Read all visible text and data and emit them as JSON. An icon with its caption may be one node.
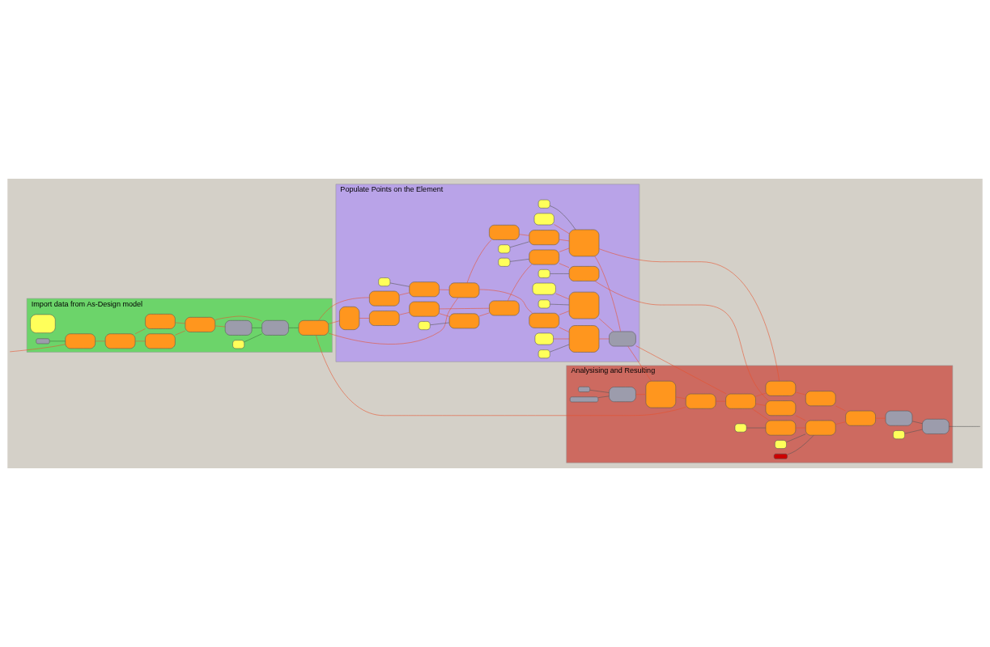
{
  "diagram": {
    "nodes": [
      {
        "text": [
          "Import data from As-Design model"
        ]
      },
      {
        "text": [],
        "shape": "box",
        "in": 0
      },
      {
        "text": [],
        "shape": "box",
        "in": 0
      },
      {
        "text": [],
        "shape": "box",
        "in": 0
      },
      {
        "text": [],
        "shape": "box",
        "in": 0
      },
      {
        "text": [],
        "shape": "box",
        "in": 0
      },
      {
        "text": [],
        "shape": "box",
        "in": 0
      },
      {
        "text": [],
        "shape": "box",
        "in": 0
      },
      {
        "text": [],
        "shape": "box",
        "in": 0
      },
      {
        "text": [],
        "shape": "box",
        "in": 0
      },
      {
        "text": [],
        "shape": "box",
        "in": 0
      },
      {
        "text": [],
        "shape": "box",
        "in": 0
      },
      {
        "text": [
          "Populate Points on the Element"
        ]
      },
      {
        "text": [],
        "shape": "box",
        "in": 12
      },
      {
        "text": [],
        "shape": "box",
        "in": 12
      },
      {
        "text": [],
        "shape": "box",
        "in": 12
      },
      {
        "text": [],
        "shape": "box",
        "in": 12
      },
      {
        "text": [],
        "shape": "box",
        "in": 12
      },
      {
        "text": [],
        "shape": "box",
        "in": 12
      },
      {
        "text": [],
        "shape": "box",
        "in": 12
      },
      {
        "text": [],
        "shape": "box",
        "in": 12
      },
      {
        "text": [],
        "shape": "box",
        "in": 12
      },
      {
        "text": [],
        "shape": "box",
        "in": 12
      },
      {
        "text": [],
        "shape": "box",
        "in": 12
      },
      {
        "text": [],
        "shape": "box",
        "in": 12
      },
      {
        "text": [],
        "shape": "box",
        "in": 12
      },
      {
        "text": [],
        "shape": "box",
        "in": 12
      },
      {
        "text": [],
        "shape": "box",
        "in": 12
      },
      {
        "text": [],
        "shape": "box",
        "in": 12
      },
      {
        "text": [],
        "shape": "box",
        "in": 12
      },
      {
        "text": [],
        "shape": "box",
        "in": 12
      },
      {
        "text": [],
        "shape": "box",
        "in": 12
      },
      {
        "text": [],
        "shape": "box",
        "in": 12
      },
      {
        "text": [],
        "shape": "box",
        "in": 12
      },
      {
        "text": [],
        "shape": "box",
        "in": 12
      },
      {
        "text": [],
        "shape": "box",
        "in": 12
      },
      {
        "text": [],
        "shape": "box",
        "in": 12
      },
      {
        "text": [],
        "shape": "box",
        "in": 12
      },
      {
        "text": [],
        "shape": "box",
        "in": 12
      },
      {
        "text": [],
        "shape": "box",
        "in": 12
      },
      {
        "text": [],
        "shape": "box",
        "in": 12
      },
      {
        "text": [
          "Analysising and Resulting"
        ]
      },
      {
        "text": [],
        "shape": "box",
        "in": 41
      },
      {
        "text": [],
        "shape": "box",
        "in": 41
      },
      {
        "text": [],
        "shape": "box",
        "in": 41
      },
      {
        "text": [],
        "shape": "box",
        "in": 41
      },
      {
        "text": [],
        "shape": "box",
        "in": 41
      },
      {
        "text": [],
        "shape": "box",
        "in": 41
      },
      {
        "text": [],
        "shape": "box",
        "in": 41
      },
      {
        "text": [],
        "shape": "box",
        "in": 41
      },
      {
        "text": [],
        "shape": "box",
        "in": 41
      },
      {
        "text": [],
        "shape": "box",
        "in": 41
      },
      {
        "text": [],
        "shape": "box",
        "in": 41
      },
      {
        "text": [],
        "shape": "box",
        "in": 41
      },
      {
        "text": [],
        "shape": "box",
        "in": 41
      },
      {
        "text": [],
        "shape": "box",
        "in": 41
      },
      {
        "text": [],
        "shape": "box",
        "in": 41
      },
      {
        "text": [],
        "shape": "box",
        "in": 41
      },
      {
        "text": [],
        "shape": "box",
        "in": 41
      },
      {
        "text": [],
        "shape": "box",
        "in": 41
      }
    ],
    "edges": [
      {
        "from": null,
        "to": 3,
        "arrow": "none"
      },
      {
        "from": 2,
        "to": 3,
        "arrow": "none",
        "color": "#3c6e3c"
      },
      {
        "from": 3,
        "to": 4,
        "arrow": "none"
      },
      {
        "from": 4,
        "to": 5,
        "arrow": "none"
      },
      {
        "from": 4,
        "to": 6,
        "arrow": "none"
      },
      {
        "from": 5,
        "to": 7,
        "arrow": "none"
      },
      {
        "from": 6,
        "to": 7,
        "arrow": "none"
      },
      {
        "from": 7,
        "to": 8,
        "arrow": "none"
      },
      {
        "from": 7,
        "to": 10,
        "arrow": "none"
      },
      {
        "from": 8,
        "to": 10,
        "arrow": "none",
        "color": "#3c6e3c"
      },
      {
        "from": 9,
        "to": 10,
        "arrow": "none",
        "color": "#3c6e3c"
      },
      {
        "from": 10,
        "to": 11,
        "arrow": "none",
        "color": "#3c6e3c"
      },
      {
        "from": 11,
        "to": 13,
        "arrow": "none"
      },
      {
        "from": 11,
        "to": 31,
        "arrow": "none"
      },
      {
        "from": 11,
        "to": 16,
        "arrow": "none"
      },
      {
        "from": 11,
        "to": 46,
        "arrow": "none"
      },
      {
        "from": 13,
        "to": 15,
        "arrow": "none"
      },
      {
        "from": 14,
        "to": 15,
        "arrow": "none",
        "color": "#555555"
      },
      {
        "from": 15,
        "to": 16,
        "arrow": "none"
      },
      {
        "from": 16,
        "to": 17,
        "arrow": "none"
      },
      {
        "from": 16,
        "to": 18,
        "arrow": "none"
      },
      {
        "from": 18,
        "to": 20,
        "arrow": "none"
      },
      {
        "from": 19,
        "to": 20,
        "arrow": "none",
        "color": "#555555"
      },
      {
        "from": 17,
        "to": 23,
        "arrow": "none"
      },
      {
        "from": 17,
        "to": 26,
        "arrow": "none"
      },
      {
        "from": 20,
        "to": 29,
        "arrow": "none"
      },
      {
        "from": 21,
        "to": 23,
        "arrow": "none"
      },
      {
        "from": 22,
        "to": 23,
        "arrow": "none",
        "color": "#555555"
      },
      {
        "from": 24,
        "to": 26,
        "arrow": "none"
      },
      {
        "from": 25,
        "to": 26,
        "arrow": "none",
        "color": "#555555"
      },
      {
        "from": 27,
        "to": 29,
        "arrow": "none"
      },
      {
        "from": 28,
        "to": 29,
        "arrow": "none",
        "color": "#555555"
      },
      {
        "from": 23,
        "to": 30,
        "arrow": "none"
      },
      {
        "from": 26,
        "to": 30,
        "arrow": "none"
      },
      {
        "from": 29,
        "to": 30,
        "arrow": "none"
      },
      {
        "from": 31,
        "to": 32,
        "arrow": "none"
      },
      {
        "from": 32,
        "to": 33,
        "arrow": "none"
      },
      {
        "from": 33,
        "to": 35,
        "arrow": "none"
      },
      {
        "from": 33,
        "to": 36,
        "arrow": "none"
      },
      {
        "from": 34,
        "to": 35,
        "arrow": "none",
        "color": "#555555"
      },
      {
        "from": 35,
        "to": 36,
        "arrow": "none"
      },
      {
        "from": 36,
        "to": 38,
        "arrow": "none"
      },
      {
        "from": 37,
        "to": 38,
        "arrow": "none",
        "color": "#555555"
      },
      {
        "from": 38,
        "to": 29,
        "arrow": "none"
      },
      {
        "from": 38,
        "to": 40,
        "arrow": "none"
      },
      {
        "from": 39,
        "to": 40,
        "arrow": "none",
        "color": "#555555"
      },
      {
        "from": 30,
        "to": 45,
        "arrow": "none"
      },
      {
        "from": 30,
        "to": 47,
        "arrow": "none"
      },
      {
        "from": 29,
        "to": 50,
        "arrow": "none"
      },
      {
        "from": 40,
        "to": 48,
        "arrow": "none"
      },
      {
        "from": 42,
        "to": 44,
        "arrow": "none",
        "color": "#555555"
      },
      {
        "from": 43,
        "to": 44,
        "arrow": "none",
        "color": "#555555"
      },
      {
        "from": 44,
        "to": 45,
        "arrow": "none"
      },
      {
        "from": 45,
        "to": 46,
        "arrow": "none"
      },
      {
        "from": 46,
        "to": 47,
        "arrow": "none"
      },
      {
        "from": 47,
        "to": 48,
        "arrow": "none"
      },
      {
        "from": 47,
        "to": 50,
        "arrow": "none"
      },
      {
        "from": 47,
        "to": 51,
        "arrow": "none"
      },
      {
        "from": 49,
        "to": 51,
        "arrow": "none",
        "color": "#555555"
      },
      {
        "from": 48,
        "to": 54,
        "arrow": "none"
      },
      {
        "from": 50,
        "to": 55,
        "arrow": "none"
      },
      {
        "from": 51,
        "to": 54,
        "arrow": "none"
      },
      {
        "from": 52,
        "to": 54,
        "arrow": "none",
        "color": "#555555"
      },
      {
        "from": 53,
        "to": 54,
        "arrow": "none",
        "color": "#555555"
      },
      {
        "from": 54,
        "to": 56,
        "arrow": "none"
      },
      {
        "from": 55,
        "to": 56,
        "arrow": "none"
      },
      {
        "from": 56,
        "to": 57,
        "arrow": "none"
      },
      {
        "from": 57,
        "to": 59,
        "arrow": "none",
        "color": "#555555"
      },
      {
        "from": 58,
        "to": 59,
        "arrow": "none",
        "color": "#555555"
      },
      {
        "from": 59,
        "to": null,
        "arrow": "none",
        "color": "#555555"
      }
    ]
  }
}
